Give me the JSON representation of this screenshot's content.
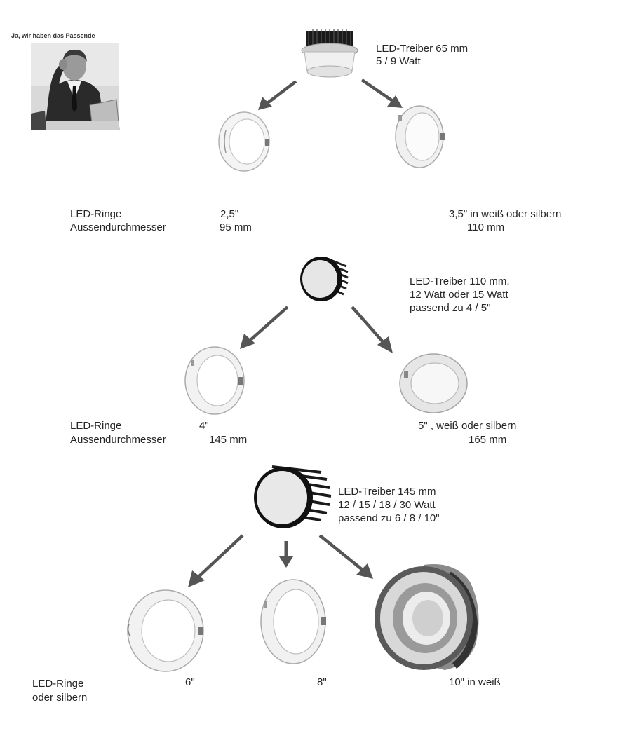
{
  "photo": {
    "caption": "Ja, wir haben das Passende"
  },
  "section1": {
    "driver": {
      "line1": "LED-Treiber 65 mm",
      "line2": "5 / 9  Watt"
    },
    "rings_label": {
      "line1": "LED-Ringe",
      "line2": "Aussendurchmesser"
    },
    "ring_a": {
      "size": "2,5\"",
      "diameter": "95 mm"
    },
    "ring_b": {
      "size": "3,5\"   in weiß oder silbern",
      "diameter": "110 mm"
    }
  },
  "section2": {
    "driver": {
      "line1": "LED-Treiber 110 mm,",
      "line2": "12 Watt oder 15 Watt",
      "line3": "passend zu 4 / 5\""
    },
    "rings_label": {
      "line1": "LED-Ringe",
      "line2": "Aussendurchmesser"
    },
    "ring_a": {
      "size": "4\"",
      "diameter": "145 mm"
    },
    "ring_b": {
      "size": "5\"     , weiß oder silbern",
      "diameter": "165 mm"
    }
  },
  "section3": {
    "driver": {
      "line1": "LED-Treiber 145 mm",
      "line2": "12 / 15 / 18 / 30 Watt",
      "line3": "passend zu 6 / 8 / 10\""
    },
    "rings_label": {
      "line1": "LED-Ringe",
      "line2": "oder silbern"
    },
    "ring_a": {
      "size": "6\""
    },
    "ring_b": {
      "size": "8\""
    },
    "ring_c": {
      "size": "10\"   in weiß"
    }
  }
}
